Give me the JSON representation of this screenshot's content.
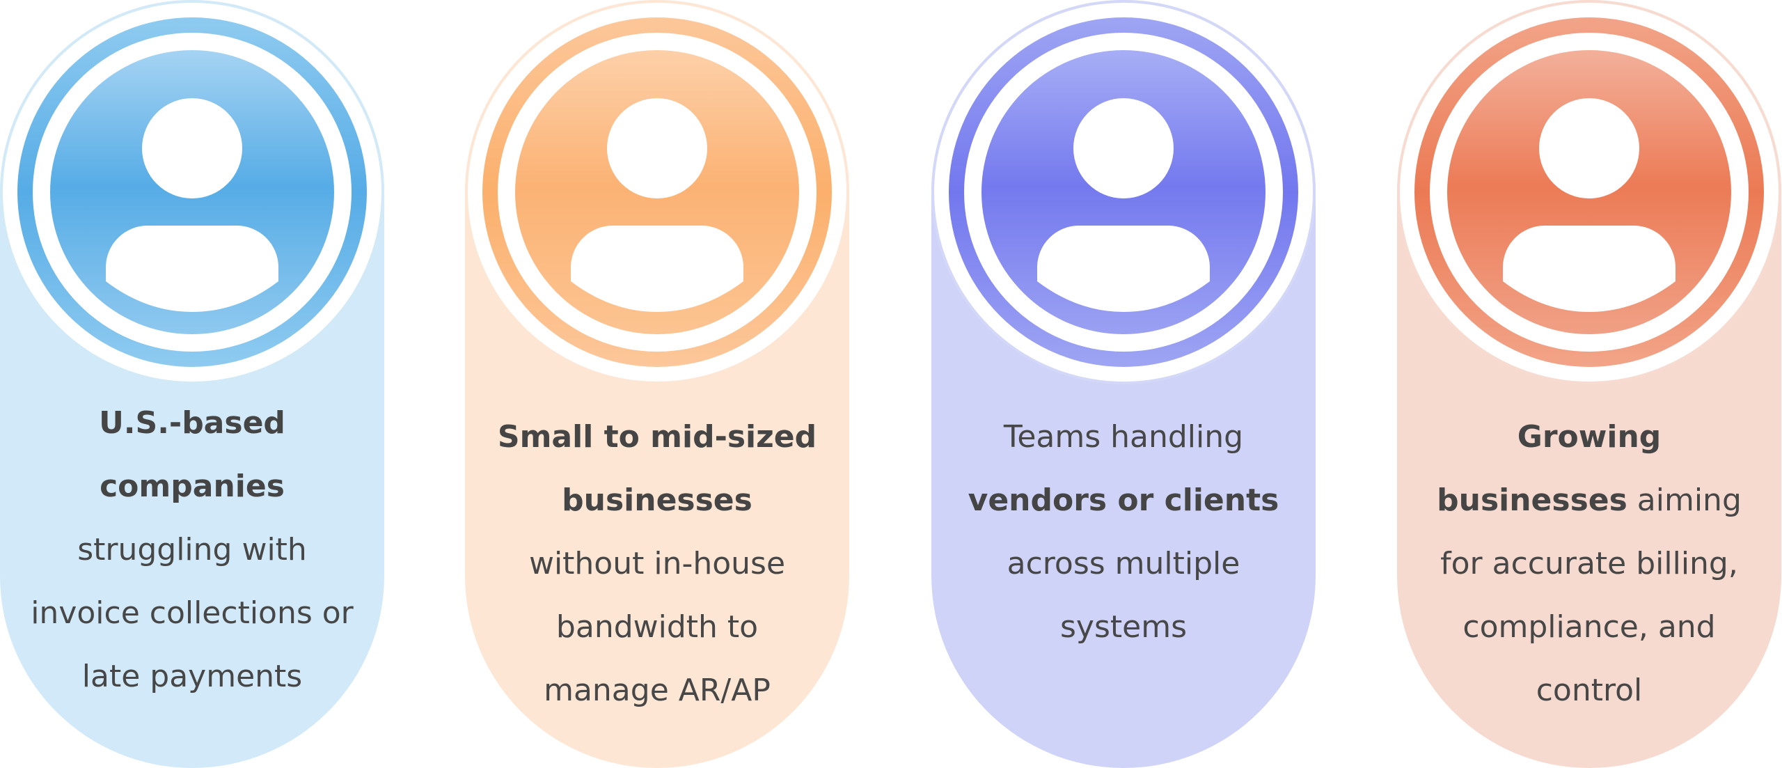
{
  "cards": [
    {
      "icon": "user-icon",
      "color": "#56ace6",
      "lines": [
        {
          "bold": "U.S.-based",
          "regular": ""
        },
        {
          "bold": "companies",
          "regular": ""
        },
        {
          "bold": "",
          "regular": "struggling with"
        },
        {
          "bold": "",
          "regular": "invoice collections or"
        },
        {
          "bold": "",
          "regular": "late payments"
        }
      ]
    },
    {
      "icon": "user-icon",
      "color": "#fbb06c",
      "lines": [
        {
          "bold": "Small to mid-sized",
          "regular": ""
        },
        {
          "bold": "businesses",
          "regular": ""
        },
        {
          "bold": "",
          "regular": "without in-house"
        },
        {
          "bold": "",
          "regular": "bandwidth to"
        },
        {
          "bold": "",
          "regular": "manage AR/AP"
        }
      ]
    },
    {
      "icon": "user-icon",
      "color": "#7277ee",
      "lines": [
        {
          "bold": "",
          "regular": "Teams handling"
        },
        {
          "bold": "vendors or clients",
          "regular": ""
        },
        {
          "bold": "",
          "regular": "across multiple"
        },
        {
          "bold": "",
          "regular": "systems"
        }
      ]
    },
    {
      "icon": "user-icon",
      "color": "#eb7a54",
      "lines": [
        {
          "bold": "Growing",
          "regular": ""
        },
        {
          "bold": "businesses",
          "regular": " aiming"
        },
        {
          "bold": "",
          "regular": "for accurate billing,"
        },
        {
          "bold": "",
          "regular": "compliance, and"
        },
        {
          "bold": "",
          "regular": "control"
        }
      ]
    }
  ]
}
